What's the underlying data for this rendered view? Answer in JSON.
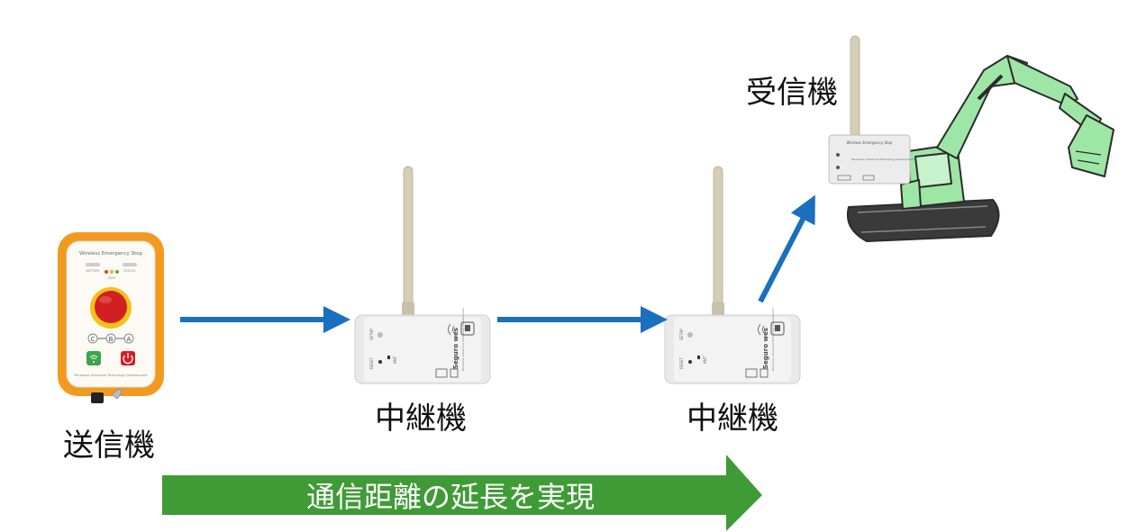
{
  "labels": {
    "transmitter": "送信機",
    "repeater_1": "中継機",
    "repeater_2": "中継機",
    "receiver": "受信機"
  },
  "banner": {
    "text": "通信距離の延長を実現",
    "color": "#3f9b35"
  },
  "transmitter": {
    "header": "Wireless Emergency Stop",
    "status_left": "BATTERY",
    "status_right": "STATUS",
    "mode": "PAIR",
    "channels": [
      "C",
      "B",
      "A"
    ],
    "footer": "Panasonic Advanced Technology Development"
  },
  "repeater": {
    "brand": "Seguro wes",
    "setup": "SETUP",
    "reset": "RESET",
    "ant": "ANT",
    "footer": "Panasonic Advanced Technology Development"
  },
  "receiver": {
    "header": "Wireless Emergency Stop",
    "brand": "Panasonic Advanced Technology Development"
  },
  "colors": {
    "arrow": "#1a6fbf",
    "banner": "#3f9b35",
    "casing_orange": "#f29a1f",
    "excavator": "#9ee6a6",
    "track": "#3a3a3a"
  }
}
